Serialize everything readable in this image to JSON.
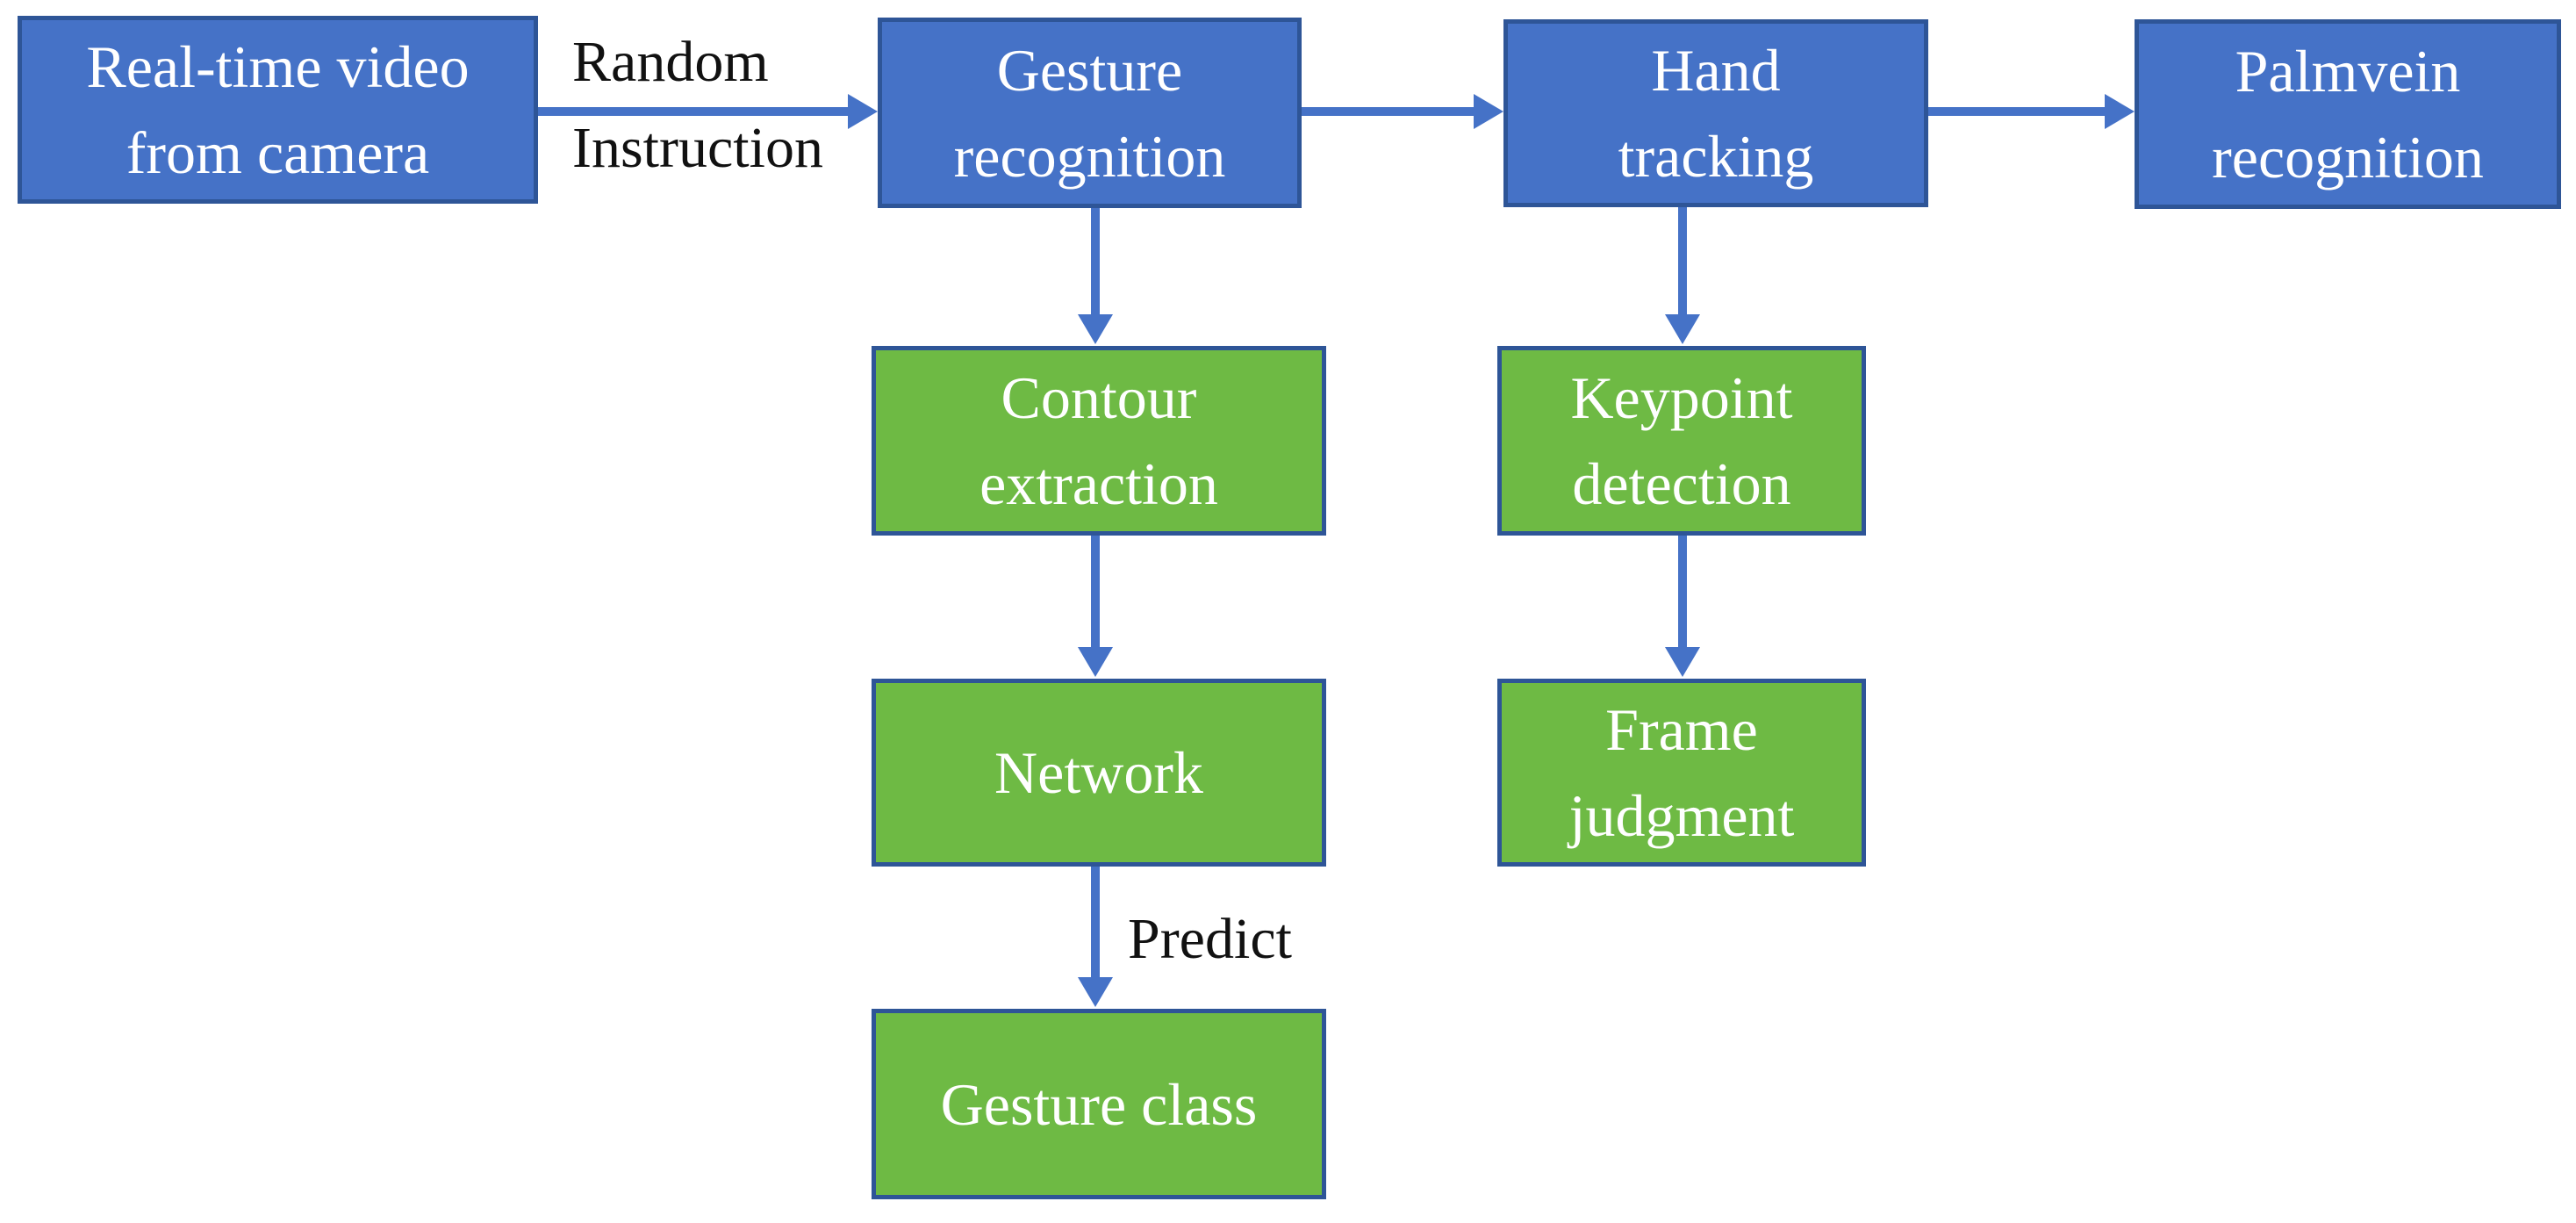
{
  "diagram": {
    "type": "flowchart",
    "background": "#ffffff"
  },
  "nodes": {
    "realtime": {
      "label": "Real-time video from camera",
      "lines": [
        "Real-time video",
        "from camera"
      ],
      "style": "blue"
    },
    "gesture": {
      "label": "Gesture recognition",
      "lines": [
        "Gesture",
        "recognition"
      ],
      "style": "blue"
    },
    "hand": {
      "label": "Hand tracking",
      "lines": [
        "Hand",
        "tracking"
      ],
      "style": "blue"
    },
    "palmvein": {
      "label": "Palmvein recognition",
      "lines": [
        "Palmvein",
        "recognition"
      ],
      "style": "blue"
    },
    "contour": {
      "label": "Contour extraction",
      "lines": [
        "Contour",
        "extraction"
      ],
      "style": "green"
    },
    "network": {
      "label": "Network",
      "lines": [
        "Network"
      ],
      "style": "green"
    },
    "gesture_class": {
      "label": "Gesture class",
      "lines": [
        "Gesture class"
      ],
      "style": "green"
    },
    "keypoint": {
      "label": "Keypoint detection",
      "lines": [
        "Keypoint",
        "detection"
      ],
      "style": "green"
    },
    "frame": {
      "label": "Frame judgment",
      "lines": [
        "Frame",
        "judgment"
      ],
      "style": "green"
    }
  },
  "edge_labels": {
    "random_instruction": {
      "line1": "Random",
      "line2": "Instruction"
    },
    "predict": "Predict"
  },
  "edges": [
    {
      "from": "realtime",
      "to": "gesture",
      "label": "Random Instruction"
    },
    {
      "from": "gesture",
      "to": "hand",
      "label": ""
    },
    {
      "from": "hand",
      "to": "palmvein",
      "label": ""
    },
    {
      "from": "gesture",
      "to": "contour",
      "label": ""
    },
    {
      "from": "contour",
      "to": "network",
      "label": ""
    },
    {
      "from": "network",
      "to": "gesture_class",
      "label": "Predict"
    },
    {
      "from": "hand",
      "to": "keypoint",
      "label": ""
    },
    {
      "from": "keypoint",
      "to": "frame",
      "label": ""
    }
  ],
  "colors": {
    "blue_fill": "#4572C7",
    "blue_border": "#2E5597",
    "green_fill": "#6EBA44",
    "green_border": "#2E5597",
    "arrow": "#4572C7",
    "node_text": "#FFFFFF",
    "edge_label_text": "#111111",
    "background": "#FFFFFF"
  }
}
